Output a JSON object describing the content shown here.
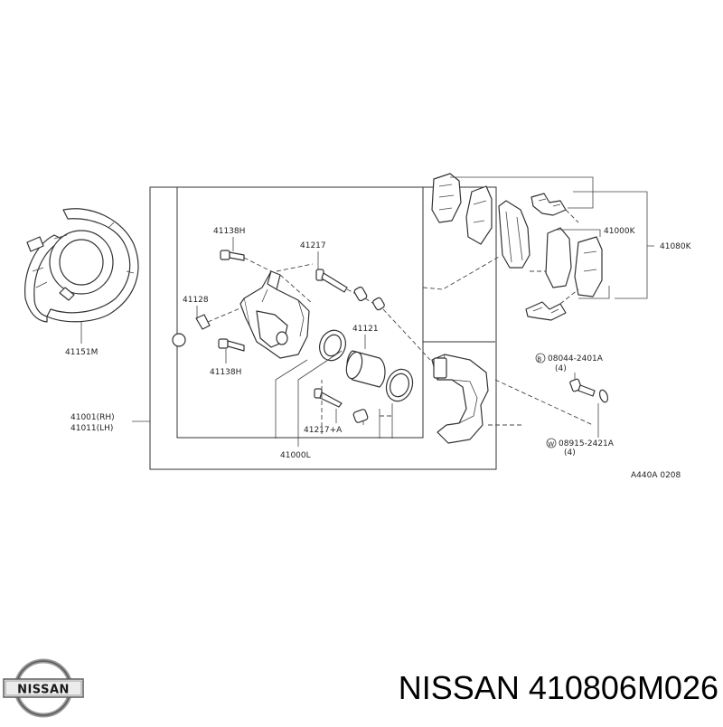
{
  "diagram": {
    "labels": {
      "backing_plate": "41151M",
      "bolt_upper": "41138H",
      "pin_upper": "41217",
      "bleeder": "41128",
      "bolt_lower": "41138H",
      "caliper_assembly_rh": "41001(RH)",
      "caliper_assembly_lh": "41011(LH)",
      "pin_lower": "41217+A",
      "caliper_body": "41000L",
      "piston": "41121",
      "pad_kit": "41000K",
      "pad_set": "41080K",
      "bolt_part": "08044-2401A",
      "bolt_qty": "(4)",
      "bolt_marker": "B",
      "washer_part": "08915-2421A",
      "washer_qty": "(4)",
      "washer_marker": "W",
      "drawing_code": "A440A 0208"
    }
  },
  "footer": {
    "title": "NISSAN 410806M026",
    "logo_text": "NISSAN",
    "brand_color": "#1a1a1a",
    "logo_chrome": "#9a9a9a"
  }
}
